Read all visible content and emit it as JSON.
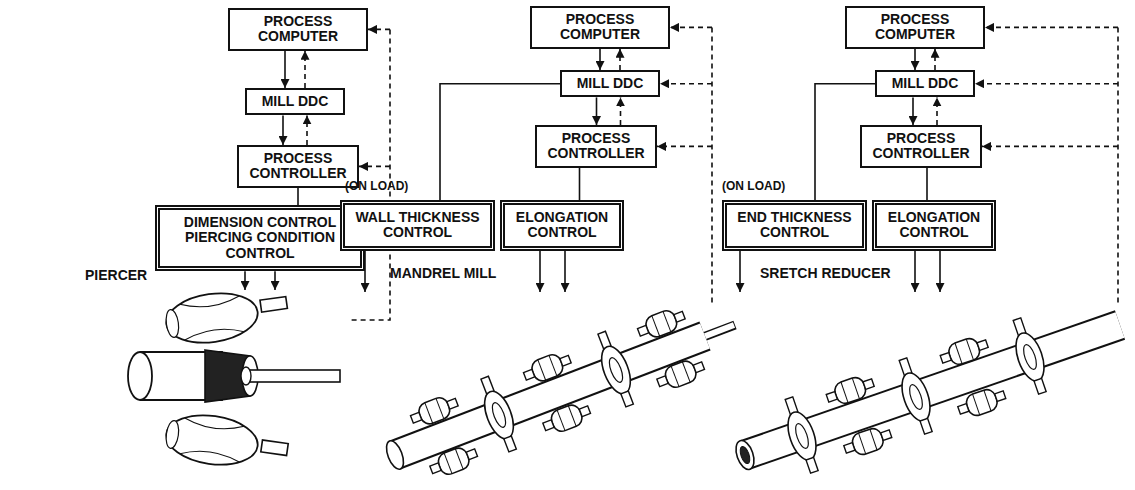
{
  "diagram": {
    "nodes": [
      {
        "text": [
          "PROCESS COMPUTER"
        ]
      },
      {
        "text": [
          "MILL DDC"
        ]
      },
      {
        "text": [
          "PROCESS CONTROLLER"
        ]
      },
      {
        "text": [
          "DIMENSION CONTROL PIERCING CONDITION CONTROL"
        ]
      },
      {
        "text": [
          "PROCESS COMPUTER"
        ]
      },
      {
        "text": [
          "MILL DDC"
        ]
      },
      {
        "text": [
          "PROCESS CONTROLLER"
        ]
      },
      {
        "text": [
          "WALL THICKNESS CONTROL"
        ]
      },
      {
        "text": [
          "ELONGATION CONTROL"
        ]
      },
      {
        "text": [
          "PROCESS COMPUTER"
        ]
      },
      {
        "text": [
          "MILL DDC"
        ]
      },
      {
        "text": [
          "PROCESS CONTROLLER"
        ]
      },
      {
        "text": [
          "END THICKNESS CONTROL"
        ]
      },
      {
        "text": [
          "ELONGATION CONTROL"
        ]
      }
    ],
    "edges": [
      {
        "from": 0,
        "to": 1,
        "arrow": "to"
      },
      {
        "from": 1,
        "to": 0,
        "arrow": "to"
      },
      {
        "from": 1,
        "to": 2,
        "arrow": "to"
      },
      {
        "from": 2,
        "to": 1,
        "arrow": "to"
      },
      {
        "from": 2,
        "to": 3,
        "arrow": "none"
      },
      {
        "from": 4,
        "to": 5,
        "arrow": "to"
      },
      {
        "from": 5,
        "to": 4,
        "arrow": "to"
      },
      {
        "from": 5,
        "to": 6,
        "arrow": "to"
      },
      {
        "from": 6,
        "to": 5,
        "arrow": "to"
      },
      {
        "from": 5,
        "to": 7,
        "arrow": "none"
      },
      {
        "from": 6,
        "to": 8,
        "arrow": "none"
      },
      {
        "from": 9,
        "to": 10,
        "arrow": "to"
      },
      {
        "from": 10,
        "to": 9,
        "arrow": "to"
      },
      {
        "from": 10,
        "to": 11,
        "arrow": "to"
      },
      {
        "from": 11,
        "to": 10,
        "arrow": "to"
      },
      {
        "from": 10,
        "to": 12,
        "arrow": "none"
      },
      {
        "from": 11,
        "to": 13,
        "arrow": "none"
      }
    ],
    "labels": [
      "PIERCER",
      "(ON LOAD)",
      "MANDREL MILL",
      "(ON LOAD)",
      "SRETCH REDUCER"
    ]
  }
}
